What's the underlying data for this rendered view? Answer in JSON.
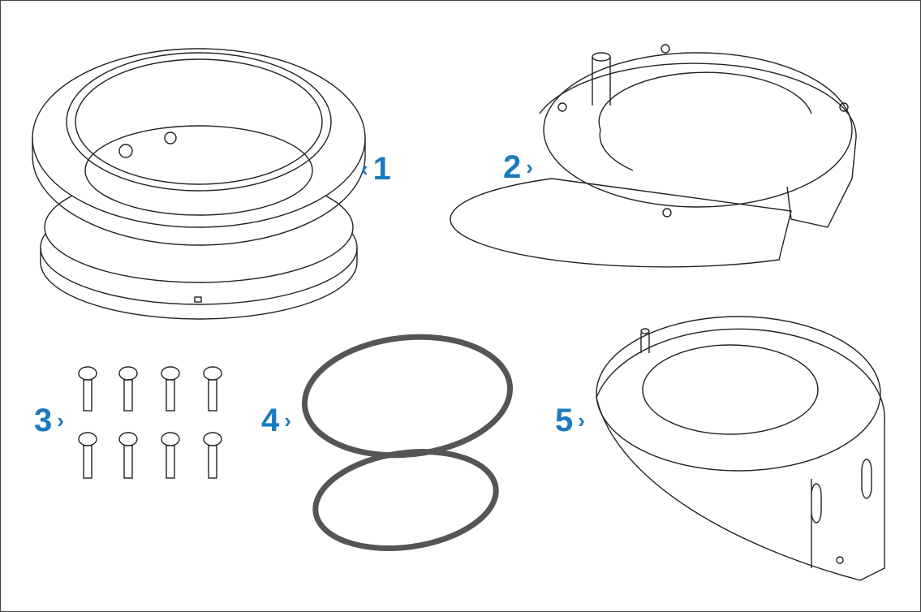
{
  "accent_color": "#1a7abf",
  "callouts": [
    {
      "number": "1",
      "part": "mount-ring-assembly"
    },
    {
      "number": "2",
      "part": "base-ring"
    },
    {
      "number": "3",
      "part": "screws"
    },
    {
      "number": "4",
      "part": "gaskets"
    },
    {
      "number": "5",
      "part": "pole-mount-bracket"
    }
  ],
  "screw_count": 8,
  "gasket_count": 2
}
